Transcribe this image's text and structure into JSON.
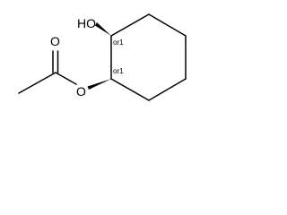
{
  "molecule": {
    "atoms": {
      "hydroxyl_label": "HO",
      "carbonyl_oxygen_label": "O",
      "ester_oxygen_label": "O"
    },
    "stereo_descriptors": {
      "upper_center": "or1",
      "lower_center": "or1"
    }
  },
  "colors": {
    "bond": "#000000",
    "background": "#ffffff"
  }
}
